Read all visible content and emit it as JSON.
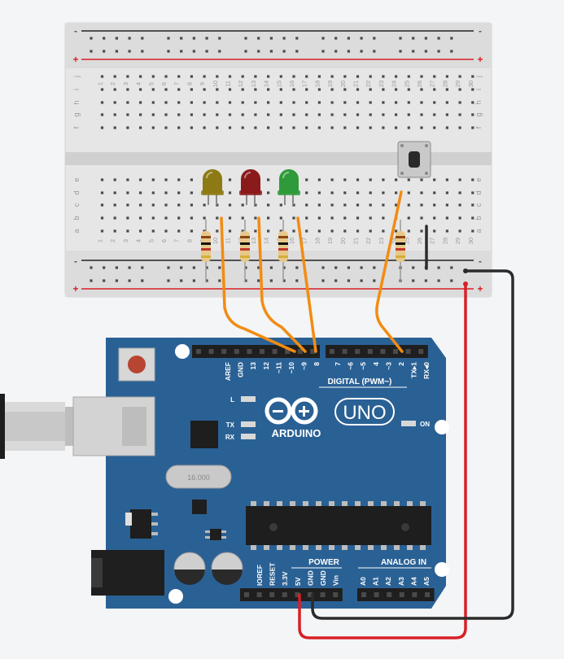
{
  "breadboard": {
    "rail_symbols": {
      "minus": "-",
      "plus": "+"
    },
    "row_letters_top": [
      "j",
      "i",
      "h",
      "g",
      "f"
    ],
    "row_letters_bottom": [
      "e",
      "d",
      "c",
      "b",
      "a"
    ],
    "columns": [
      "1",
      "2",
      "3",
      "4",
      "5",
      "6",
      "7",
      "8",
      "9",
      "10",
      "11",
      "12",
      "13",
      "14",
      "15",
      "16",
      "17",
      "18",
      "19",
      "20",
      "21",
      "22",
      "23",
      "24",
      "25",
      "26",
      "27",
      "28",
      "29",
      "30"
    ]
  },
  "components": {
    "leds": [
      {
        "name": "yellow-led",
        "color": "#8e7a14"
      },
      {
        "name": "red-led",
        "color": "#8b1a1a"
      },
      {
        "name": "green-led",
        "color": "#2e9a3a"
      }
    ],
    "resistor_color": "#e7c889"
  },
  "arduino": {
    "board_color": "#2a6195",
    "digital_header_left": [
      "AREF",
      "GND",
      "13",
      "12",
      "~11",
      "~10",
      "~9",
      "8"
    ],
    "digital_header_right": [
      "7",
      "~6",
      "~5",
      "4",
      "~3",
      "2",
      "TX▸1",
      "RX◂0"
    ],
    "digital_label": "DIGITAL (PWM~)",
    "brand": "ARDUINO",
    "model": "UNO",
    "indicator_labels": {
      "l": "L",
      "tx": "TX",
      "rx": "RX",
      "on": "ON"
    },
    "power_label": "POWER",
    "power_pins": [
      "IOREF",
      "RESET",
      "3.3V",
      "5V",
      "GND",
      "GND",
      "Vin"
    ],
    "analog_label": "ANALOG IN",
    "analog_pins": [
      "A0",
      "A1",
      "A2",
      "A3",
      "A4",
      "A5"
    ],
    "crystal_label": "16.000"
  },
  "wires": {
    "signal_color": "#f28c12",
    "power_color": "#d81f26",
    "ground_color": "#2b2b2b"
  }
}
